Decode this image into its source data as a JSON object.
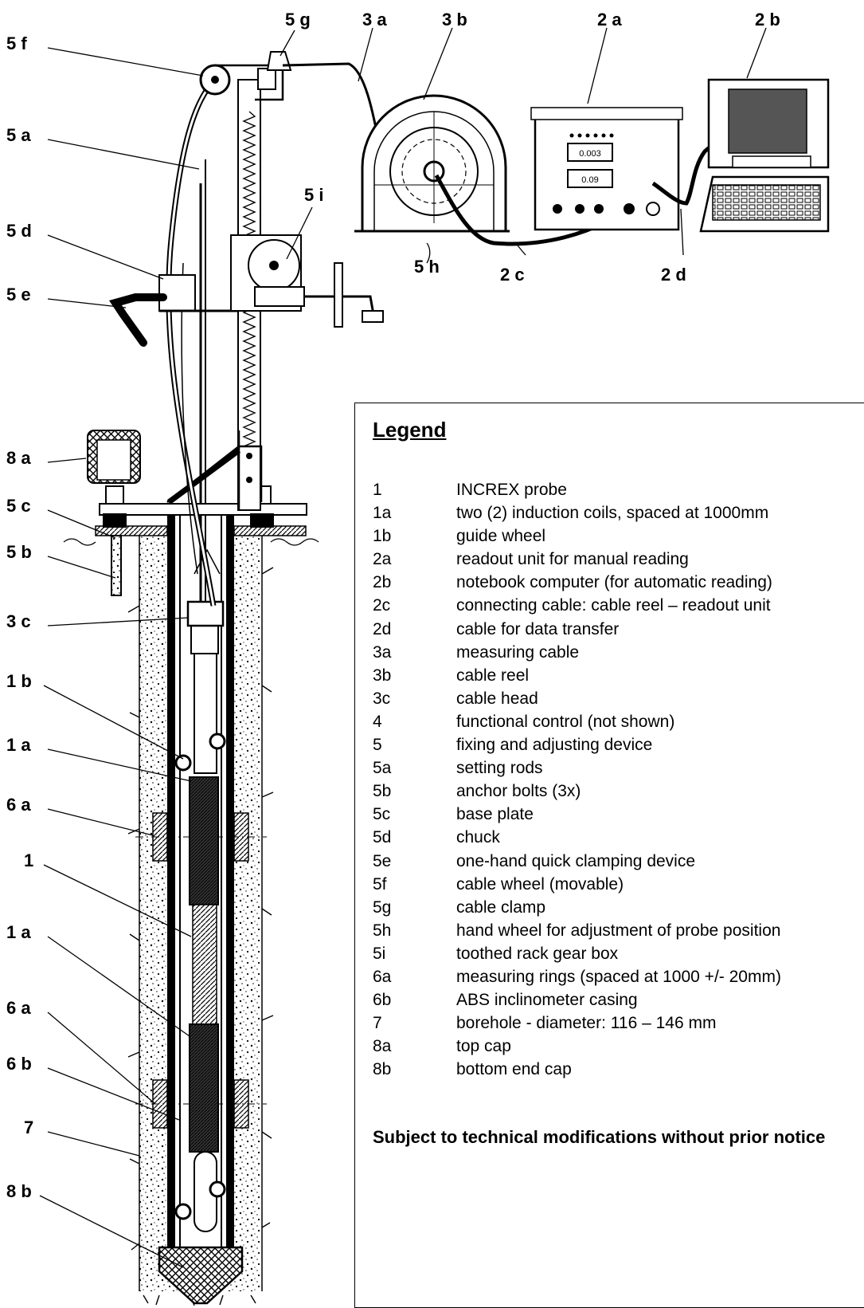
{
  "callouts": [
    "5 f",
    "5 a",
    "5 d",
    "5 e",
    "8 a",
    "5 c",
    "5 b",
    "3 c",
    "1 b",
    "1 a",
    "6 a",
    "1",
    "1 a",
    "6 a",
    "6 b",
    "7",
    "8 b",
    "5 g",
    "3 a",
    "3 b",
    "2 a",
    "2 b",
    "5 i",
    "5 h",
    "2 c",
    "2 d"
  ],
  "readout": {
    "display1": "0.003",
    "display2": "0.09"
  },
  "legend": {
    "title": "Legend",
    "items": [
      {
        "code": "1",
        "text": "INCREX probe"
      },
      {
        "code": "1a",
        "text": "two (2) induction coils, spaced at 1000mm"
      },
      {
        "code": "1b",
        "text": "guide wheel"
      },
      {
        "code": "2a",
        "text": "readout unit for manual reading"
      },
      {
        "code": "2b",
        "text": "notebook computer (for automatic reading)"
      },
      {
        "code": "2c",
        "text": "connecting cable: cable reel – readout unit"
      },
      {
        "code": "2d",
        "text": "cable for data transfer"
      },
      {
        "code": "3a",
        "text": "measuring cable"
      },
      {
        "code": "3b",
        "text": "cable reel"
      },
      {
        "code": "3c",
        "text": "cable head"
      },
      {
        "code": "4",
        "text": "functional control (not shown)"
      },
      {
        "code": "5",
        "text": "fixing and adjusting device"
      },
      {
        "code": "5a",
        "text": "setting rods"
      },
      {
        "code": "5b",
        "text": "anchor bolts (3x)"
      },
      {
        "code": "5c",
        "text": "base plate"
      },
      {
        "code": "5d",
        "text": "chuck"
      },
      {
        "code": "5e",
        "text": "one-hand quick clamping device"
      },
      {
        "code": "5f",
        "text": "cable wheel (movable)"
      },
      {
        "code": "5g",
        "text": "cable clamp"
      },
      {
        "code": "5h",
        "text": "hand wheel for adjustment of probe position"
      },
      {
        "code": "5i",
        "text": "toothed rack gear box"
      },
      {
        "code": "6a",
        "text": "measuring rings (spaced at 1000 +/- 20mm)"
      },
      {
        "code": "6b",
        "text": "ABS inclinometer casing"
      },
      {
        "code": "7",
        "text": "borehole - diameter: 116 – 146 mm"
      },
      {
        "code": "8a",
        "text": "top cap"
      },
      {
        "code": "8b",
        "text": "bottom end cap"
      }
    ],
    "note": "Subject to technical modifications without prior notice"
  }
}
